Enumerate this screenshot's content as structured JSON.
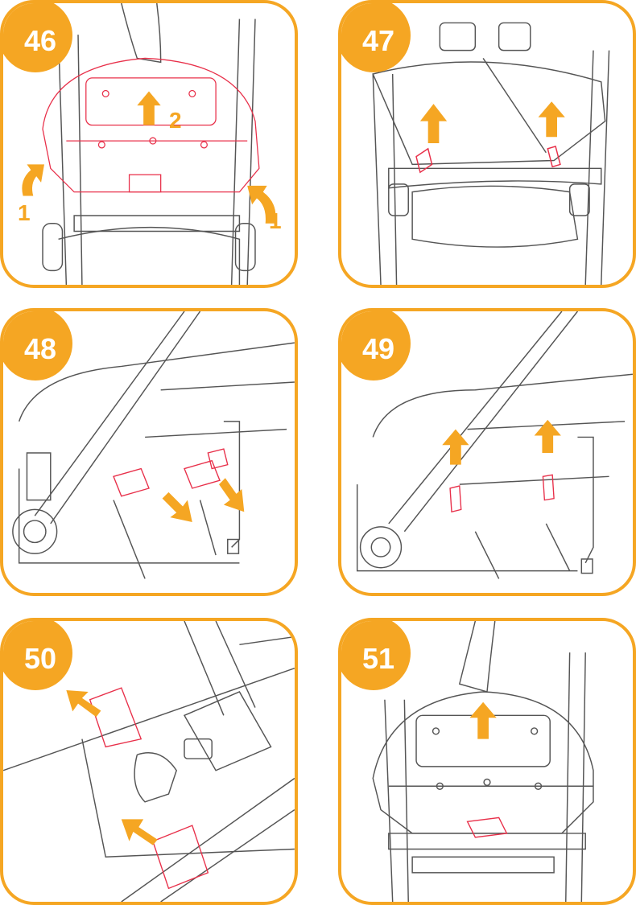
{
  "colors": {
    "accent": "#F5A623",
    "highlight": "#E8304A",
    "line": "#555555"
  },
  "steps": [
    {
      "number": "46",
      "labels": [
        "1",
        "2",
        "1"
      ]
    },
    {
      "number": "47"
    },
    {
      "number": "48"
    },
    {
      "number": "49"
    },
    {
      "number": "50"
    },
    {
      "number": "51"
    }
  ]
}
